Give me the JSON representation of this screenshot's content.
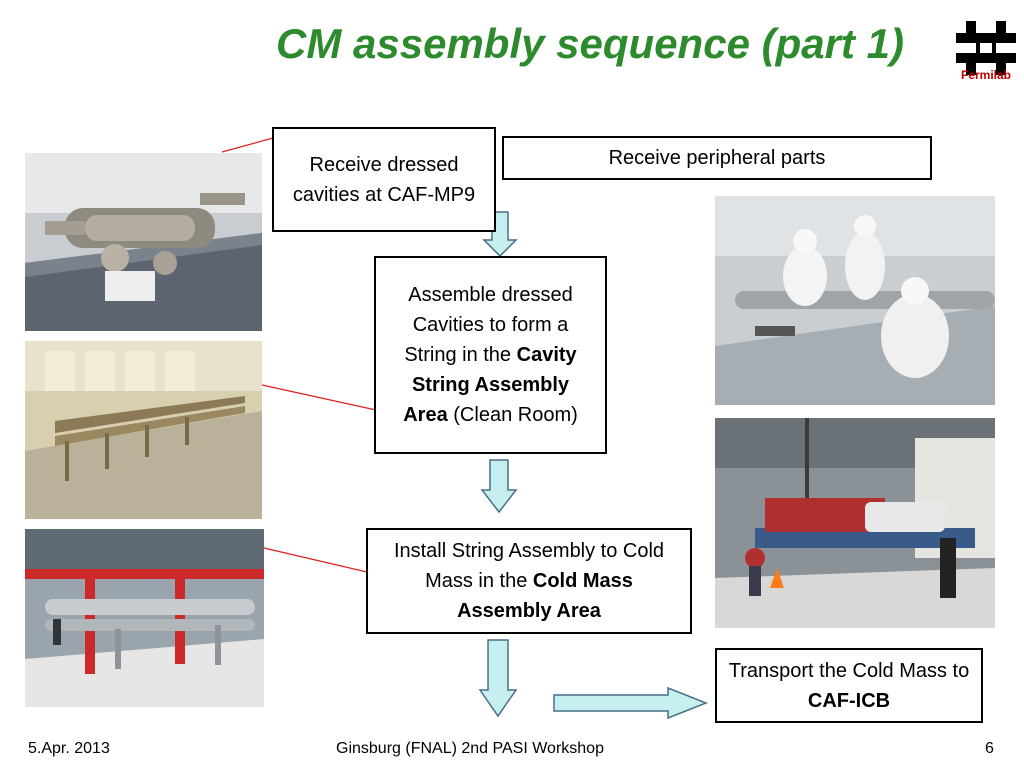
{
  "title": "CM assembly sequence (part 1)",
  "logo": {
    "text": "Fermilab",
    "icon": "fermilab-logo-icon"
  },
  "steps": {
    "receive_cavities": "Receive dressed cavities at CAF-MP9",
    "receive_peripheral": "Receive peripheral parts",
    "assemble": {
      "pre": "Assemble dressed Cavities to form a String in the ",
      "bold": "Cavity String Assembly Area",
      "post": " (Clean Room)"
    },
    "install": {
      "pre": "Install String Assembly to Cold Mass in the ",
      "bold": "Cold Mass Assembly Area",
      "post": ""
    },
    "transport": {
      "pre": "Transport the Cold Mass to ",
      "bold": "CAF-ICB",
      "post": ""
    }
  },
  "colors": {
    "title": "#2d8a2d",
    "arrow_fill": "#c6efef",
    "arrow_stroke": "#4a6e8a",
    "connector": "#e02020",
    "logo": "#000000",
    "logo_text": "#c00000"
  },
  "footer": {
    "date": "5.Apr. 2013",
    "center": "Ginsburg (FNAL) 2nd PASI Workshop",
    "page": "6"
  }
}
